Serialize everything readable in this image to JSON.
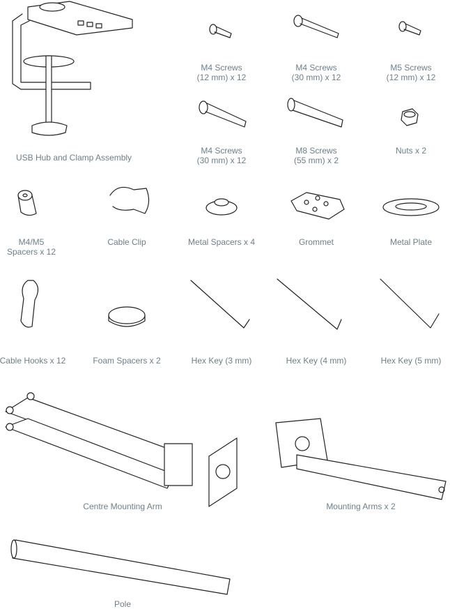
{
  "parts": [
    {
      "line1": "USB Hub and Clamp Assembly"
    },
    {
      "line1": "M4 Screws",
      "line2": "(12 mm) x 12"
    },
    {
      "line1": "M4 Screws",
      "line2": "(30 mm) x 12"
    },
    {
      "line1": "M5 Screws",
      "line2": "(12 mm) x 12"
    },
    {
      "line1": "M4 Screws",
      "line2": "(30 mm) x 12"
    },
    {
      "line1": "M8 Screws",
      "line2": "(55 mm) x 2"
    },
    {
      "line1": "Nuts x 2"
    },
    {
      "line1": "M4/M5",
      "line2": "Spacers x 12"
    },
    {
      "line1": "Cable Clip"
    },
    {
      "line1": "Metal Spacers x 4"
    },
    {
      "line1": "Grommet"
    },
    {
      "line1": "Metal Plate"
    },
    {
      "line1": "Cable Hooks x 12"
    },
    {
      "line1": "Foam Spacers x 2"
    },
    {
      "line1": "Hex Key (3 mm)"
    },
    {
      "line1": "Hex Key (4 mm)"
    },
    {
      "line1": "Hex Key (5 mm)"
    },
    {
      "line1": "Centre Mounting Arm"
    },
    {
      "line1": "Mounting Arms x 2"
    },
    {
      "line1": "Pole"
    }
  ]
}
